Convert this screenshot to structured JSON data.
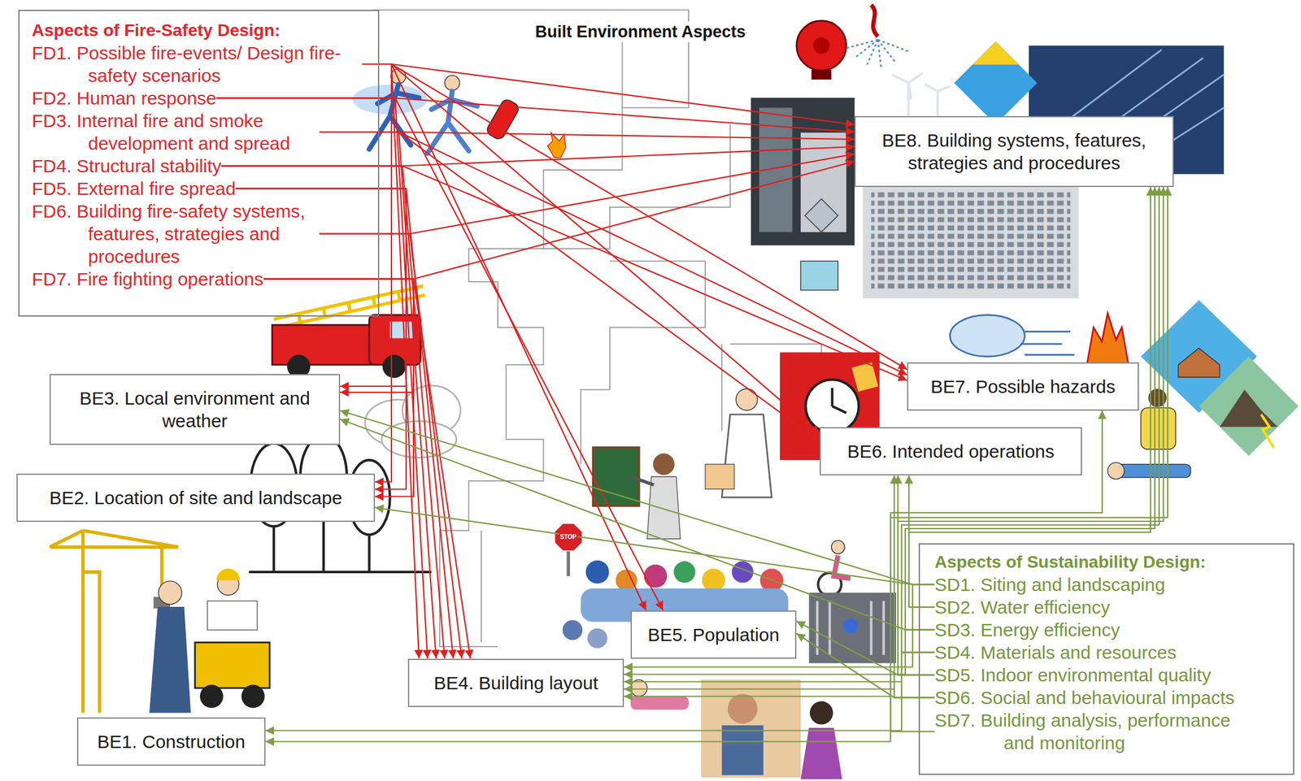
{
  "diagram": {
    "title": "Built Environment Aspects",
    "nodes": [
      {
        "text": [
          "Aspects of Fire-Safety Design:"
        ]
      },
      {
        "text": [
          "FD1. Possible fire-events/ Design fire-safety scenarios"
        ],
        "in": 0
      },
      {
        "text": [
          "FD2. Human response"
        ],
        "in": 0
      },
      {
        "text": [
          "FD3. Internal fire and smoke development and spread"
        ],
        "in": 0
      },
      {
        "text": [
          "FD4. Structural stability"
        ],
        "in": 0
      },
      {
        "text": [
          "FD5. External fire spread"
        ],
        "in": 0
      },
      {
        "text": [
          "FD6. Building fire-safety systems, features, strategies and procedures"
        ],
        "in": 0
      },
      {
        "text": [
          "FD7. Fire fighting operations"
        ],
        "in": 0
      },
      {
        "text": [
          "BE8. Building systems, features, strategies and procedures"
        ]
      },
      {
        "text": [
          "BE7. Possible hazards"
        ]
      },
      {
        "text": [
          "BE3. Local environment and weather"
        ]
      },
      {
        "text": [
          "BE6. Intended operations"
        ]
      },
      {
        "text": [
          "BE2. Location of site and landscape"
        ]
      },
      {
        "text": [
          "Aspects of Sustainability Design:"
        ]
      },
      {
        "text": [
          "SD1. Siting and landscaping"
        ],
        "in": 13
      },
      {
        "text": [
          "SD2. Water efficiency"
        ],
        "in": 13
      },
      {
        "text": [
          "SD3. Energy efficiency"
        ],
        "in": 13
      },
      {
        "text": [
          "SD4. Materials and resources"
        ],
        "in": 13
      },
      {
        "text": [
          "SD5. Indoor environmental quality"
        ],
        "in": 13
      },
      {
        "text": [
          "SD6. Social and behavioural impacts"
        ],
        "in": 13
      },
      {
        "text": [
          "SD7. Building analysis, performance and monitoring"
        ],
        "in": 13
      },
      {
        "text": [
          "BE5. Population"
        ]
      },
      {
        "text": [
          "BE4. Building layout"
        ]
      },
      {
        "text": [
          "BE1. Construction"
        ]
      }
    ],
    "edges": [
      {
        "from": 1,
        "to": 8,
        "arrow": "to"
      },
      {
        "from": 1,
        "to": 9,
        "arrow": "to"
      },
      {
        "from": 1,
        "to": 11,
        "arrow": "to"
      },
      {
        "from": 1,
        "to": 21,
        "arrow": "to"
      },
      {
        "from": 1,
        "to": 22,
        "arrow": "to"
      },
      {
        "from": 1,
        "to": 12,
        "arrow": "to"
      },
      {
        "from": 2,
        "to": 8,
        "arrow": "to"
      },
      {
        "from": 2,
        "to": 21,
        "arrow": "to"
      },
      {
        "from": 2,
        "to": 22,
        "arrow": "to"
      },
      {
        "from": 3,
        "to": 8,
        "arrow": "to"
      },
      {
        "from": 3,
        "to": 9,
        "arrow": "to"
      },
      {
        "from": 3,
        "to": 11,
        "arrow": "to"
      },
      {
        "from": 3,
        "to": 22,
        "arrow": "to"
      },
      {
        "from": 4,
        "to": 8,
        "arrow": "to"
      },
      {
        "from": 4,
        "to": 9,
        "arrow": "to"
      },
      {
        "from": 4,
        "to": 22,
        "arrow": "to"
      },
      {
        "from": 5,
        "to": 10,
        "arrow": "to"
      },
      {
        "from": 5,
        "to": 12,
        "arrow": "to"
      },
      {
        "from": 5,
        "to": 22,
        "arrow": "to"
      },
      {
        "from": 6,
        "to": 8,
        "arrow": "to"
      },
      {
        "from": 6,
        "to": 22,
        "arrow": "to"
      },
      {
        "from": 7,
        "to": 8,
        "arrow": "to"
      },
      {
        "from": 7,
        "to": 22,
        "arrow": "to"
      },
      {
        "from": 7,
        "to": 12,
        "arrow": "to"
      },
      {
        "from": 7,
        "to": 10,
        "arrow": "to"
      },
      {
        "from": 14,
        "to": 12,
        "arrow": "to"
      },
      {
        "from": 14,
        "to": 10,
        "arrow": "to"
      },
      {
        "from": 14,
        "to": 22,
        "arrow": "to"
      },
      {
        "from": 15,
        "to": 8,
        "arrow": "to"
      },
      {
        "from": 15,
        "to": 11,
        "arrow": "to"
      },
      {
        "from": 16,
        "to": 8,
        "arrow": "to"
      },
      {
        "from": 16,
        "to": 10,
        "arrow": "to"
      },
      {
        "from": 16,
        "to": 22,
        "arrow": "to"
      },
      {
        "from": 17,
        "to": 23,
        "arrow": "to"
      },
      {
        "from": 17,
        "to": 22,
        "arrow": "to"
      },
      {
        "from": 17,
        "to": 8,
        "arrow": "to"
      },
      {
        "from": 18,
        "to": 8,
        "arrow": "to"
      },
      {
        "from": 18,
        "to": 11,
        "arrow": "to"
      },
      {
        "from": 18,
        "to": 21,
        "arrow": "to"
      },
      {
        "from": 19,
        "to": 21,
        "arrow": "to"
      },
      {
        "from": 19,
        "to": 11,
        "arrow": "to"
      },
      {
        "from": 19,
        "to": 22,
        "arrow": "to"
      },
      {
        "from": 20,
        "to": 8,
        "arrow": "to"
      },
      {
        "from": 20,
        "to": 9,
        "arrow": "to"
      },
      {
        "from": 20,
        "to": 22,
        "arrow": "to"
      },
      {
        "from": 20,
        "to": 23,
        "arrow": "to"
      }
    ],
    "labels": [
      "STOP"
    ]
  }
}
